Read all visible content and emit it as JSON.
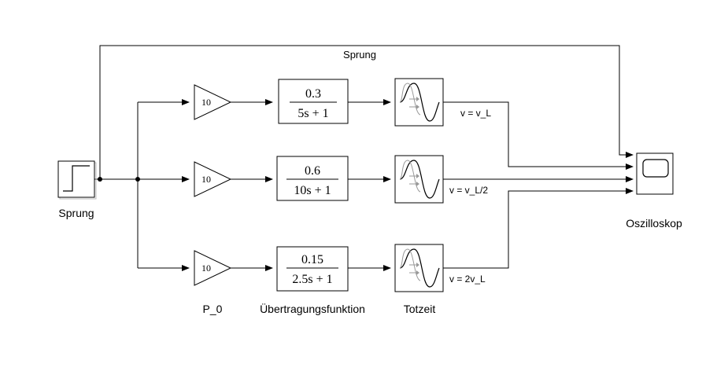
{
  "diagram": {
    "source": {
      "label": "Sprung"
    },
    "top_line_label": "Sprung",
    "gains": [
      {
        "value": "10"
      },
      {
        "value": "10"
      },
      {
        "value": "10"
      }
    ],
    "transfer_functions": [
      {
        "num": "0.3",
        "den": "5s + 1"
      },
      {
        "num": "0.6",
        "den": "10s + 1"
      },
      {
        "num": "0.15",
        "den": "2.5s + 1"
      }
    ],
    "signal_labels": [
      "v = v_L",
      "v = v_L/2",
      "v = 2v_L"
    ],
    "column_labels": {
      "gain": "P_0",
      "transfer": "Übertragungsfunktion",
      "delay": "Totzeit"
    },
    "scope": {
      "label": "Oszilloskop"
    }
  }
}
